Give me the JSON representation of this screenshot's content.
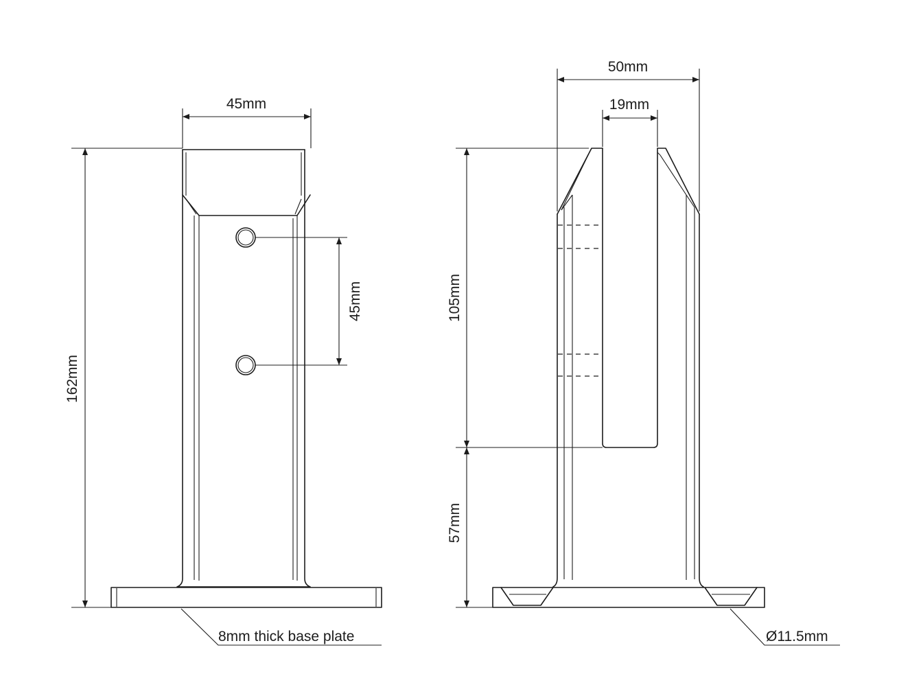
{
  "front_view": {
    "width_label": "45mm",
    "height_label": "162mm",
    "hole_spacing_label": "45mm",
    "base_plate_label": "8mm thick base plate"
  },
  "side_view": {
    "overall_width_label": "50mm",
    "glass_slot_label": "19mm",
    "clamp_height_label": "105mm",
    "lower_height_label": "57mm",
    "hole_diameter_label": "Ø11.5mm"
  },
  "colors": {
    "line": "#1c1c1c",
    "background": "#ffffff"
  }
}
